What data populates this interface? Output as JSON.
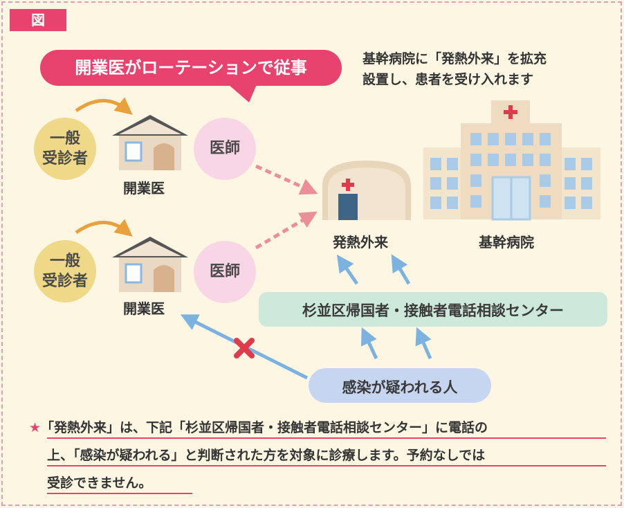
{
  "tag": "図",
  "banner": "開業医がローテーションで従事",
  "intro": {
    "line1": "基幹病院に「発熱外来」を拡充",
    "line2": "設置し、患者を受け入れます"
  },
  "clinics": [
    {
      "patient_line1": "一般",
      "patient_line2": "受診者",
      "clinic_label": "開業医",
      "doctor_label": "医師"
    },
    {
      "patient_line1": "一般",
      "patient_line2": "受診者",
      "clinic_label": "開業医",
      "doctor_label": "医師"
    }
  ],
  "fever_outpatient_label": "発熱外来",
  "core_hospital_label": "基幹病院",
  "consult_center": "杉並区帰国者・接触者電話相談センター",
  "suspected_person": "感染が疑われる人",
  "note": {
    "star": "★",
    "line1": "「発熱外来」は、下記「杉並区帰国者・接触者電話相談センター」に電話の",
    "line2": "上、「感染が疑われる」と判断された方を対象に診療します。予約なしでは",
    "line3": "受診できません。"
  },
  "colors": {
    "pink_accent": "#e8436f",
    "doctor_circle": "#f9d6e6",
    "patient_circle": "#f0d889",
    "center_box": "#cde9dc",
    "suspect_pill": "#c7d6f0",
    "blue_arrow": "#7cb2e0",
    "pink_arrow": "#ec8e98",
    "orange_arrow": "#e9a23b",
    "cross": "#e03b4b"
  }
}
